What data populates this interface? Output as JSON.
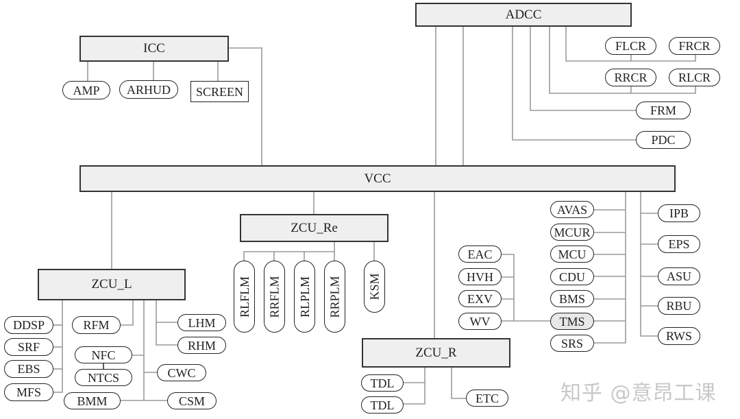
{
  "diagram": {
    "domains": {
      "adcc": "ADCC",
      "icc": "ICC",
      "vcc": "VCC",
      "zcu_l": "ZCU_L",
      "zcu_re": "ZCU_Re",
      "zcu_r": "ZCU_R"
    },
    "icc_children": [
      "AMP",
      "ARHUD",
      "SCREEN"
    ],
    "adcc_children": [
      "FLCR",
      "FRCR",
      "RRCR",
      "RLCR",
      "FRM",
      "PDC"
    ],
    "zcu_re_children": [
      "RLFLM",
      "RRFLM",
      "RLPLM",
      "RRPLM",
      "KSM"
    ],
    "zcu_l_children": [
      "DDSP",
      "SRF",
      "EBS",
      "MFS",
      "RFM",
      "NFC",
      "NTCS",
      "BMM",
      "LHM",
      "RHM",
      "CWC",
      "CSM"
    ],
    "zcu_r_children": [
      "TDL",
      "TDL",
      "ETC"
    ],
    "thermal_children": [
      "EAC",
      "HVH",
      "EXV",
      "WV"
    ],
    "vcc_children_col1": [
      "AVAS",
      "MCUR",
      "MCU",
      "CDU",
      "BMS",
      "TMS",
      "SRS"
    ],
    "vcc_children_col2": [
      "IPB",
      "EPS",
      "ASU",
      "RBU",
      "RWS"
    ]
  },
  "watermark": "知乎 @意昂工课"
}
